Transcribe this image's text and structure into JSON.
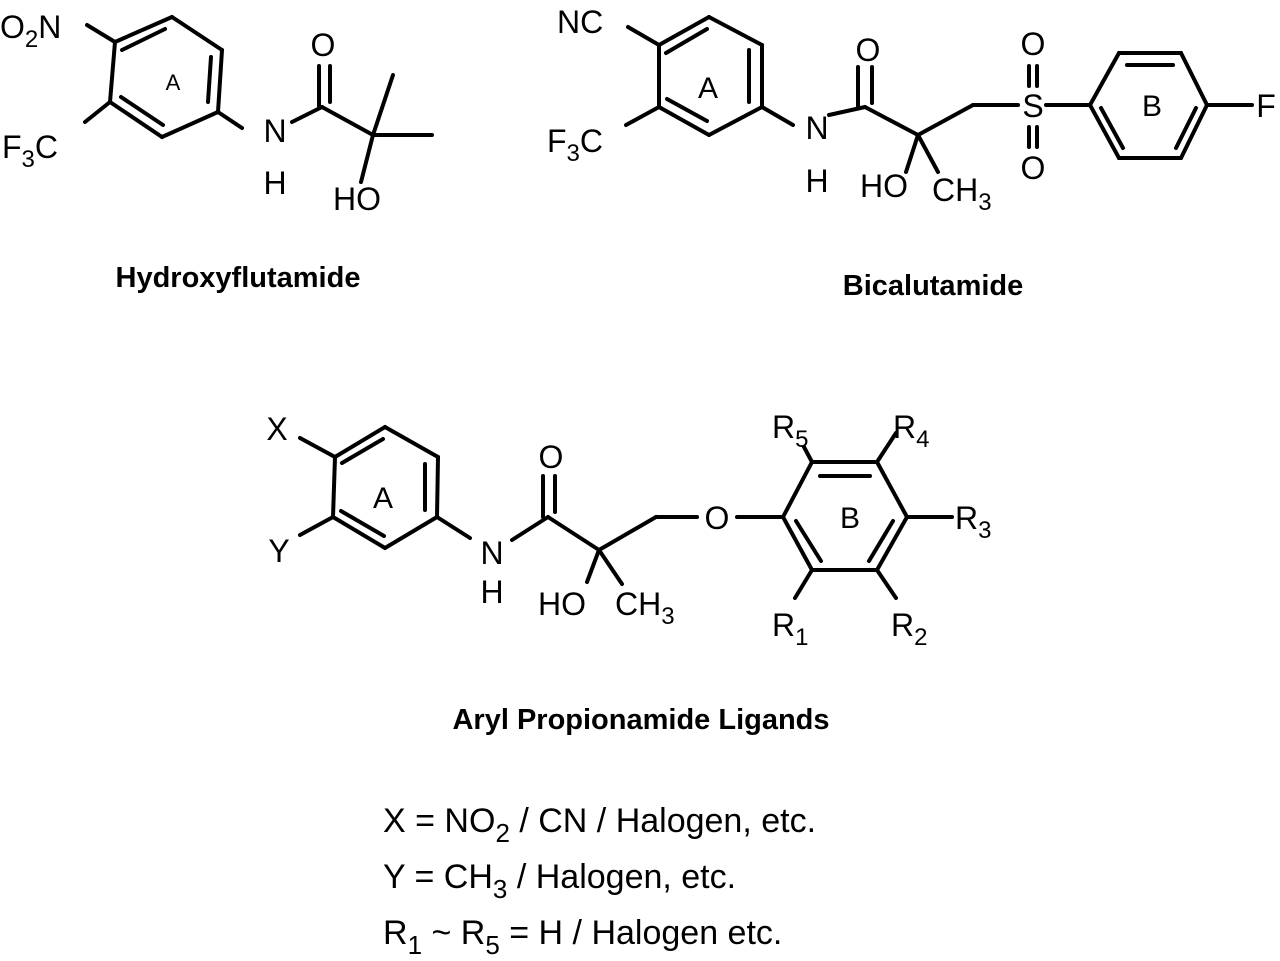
{
  "colors": {
    "ink": "#000000",
    "background": "#ffffff"
  },
  "hydroxyflutamide": {
    "name": "Hydroxyflutamide",
    "labels": {
      "no2": [
        "O",
        "2",
        "N"
      ],
      "cf3": [
        "F",
        "3",
        "C"
      ],
      "ring": "A",
      "n": "N",
      "h": "H",
      "o": "O",
      "ho": "HO"
    }
  },
  "bicalutamide": {
    "name": "Bicalutamide",
    "labels": {
      "nc": "NC",
      "cf3": [
        "F",
        "3",
        "C"
      ],
      "ring_a": "A",
      "n": "N",
      "h": "H",
      "o": "O",
      "ho": "HO",
      "ch3": [
        "CH",
        "3"
      ],
      "s": "S",
      "o_top": "O",
      "o_bottom": "O",
      "ring_b": "B",
      "f": "F"
    }
  },
  "aryl_propionamide": {
    "name": "Aryl Propionamide Ligands",
    "labels": {
      "x": "X",
      "y": "Y",
      "ring_a": "A",
      "n": "N",
      "h": "H",
      "o": "O",
      "ho": "HO",
      "ch3": [
        "CH",
        "3"
      ],
      "ether_o": "O",
      "ring_b": "B",
      "r1": [
        "R",
        "1"
      ],
      "r2": [
        "R",
        "2"
      ],
      "r3": [
        "R",
        "3"
      ],
      "r4": [
        "R",
        "4"
      ],
      "r5": [
        "R",
        "5"
      ]
    },
    "definitions": {
      "x": [
        "X = NO",
        "2",
        " / CN / Halogen, etc."
      ],
      "y": [
        "Y = CH",
        "3",
        " / Halogen, etc."
      ],
      "r": [
        "R",
        "1",
        " ~ R",
        "5",
        " = H / Halogen etc."
      ]
    }
  }
}
